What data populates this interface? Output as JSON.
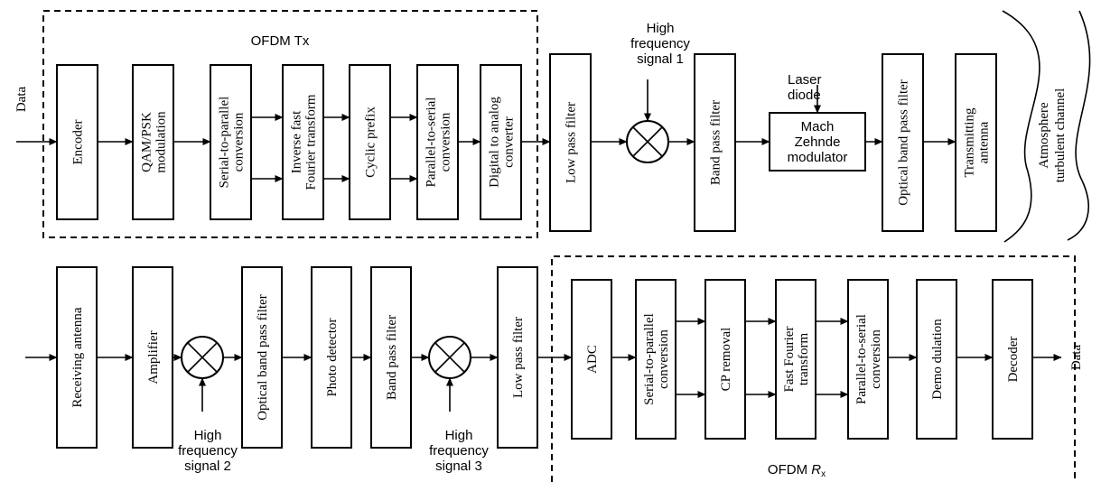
{
  "labels": {
    "ofdm_tx": "OFDM Tx",
    "ofdm_rx": "OFDM",
    "ofdm_rx_r": "R",
    "ofdm_rx_sub": "x",
    "data_in": "Data",
    "data_out": "Data",
    "atmosphere": [
      "Atmosphere",
      "turbulent  channel"
    ],
    "laser": [
      "Laser",
      "diode"
    ],
    "hf1": [
      "High",
      "frequency",
      "signal  1"
    ],
    "hf2": [
      "High",
      "frequency",
      "signal  2"
    ],
    "hf3": [
      "High",
      "frequency",
      "signal  3"
    ]
  },
  "tx_blocks": [
    {
      "name": "encoder",
      "lines": [
        "Encoder"
      ]
    },
    {
      "name": "qam-psk-modulation",
      "lines": [
        "QAM/PSK",
        "modulation"
      ]
    },
    {
      "name": "serial-to-parallel-tx",
      "lines": [
        "Serial-to-parallel",
        "conversion"
      ]
    },
    {
      "name": "ifft",
      "lines": [
        "Inverse fast",
        "Fourier transform"
      ]
    },
    {
      "name": "cyclic-prefix",
      "lines": [
        "Cyclic prefix"
      ]
    },
    {
      "name": "parallel-to-serial-tx",
      "lines": [
        "Parallel-to-serial",
        "conversion"
      ]
    },
    {
      "name": "dac",
      "lines": [
        "Digital to analog",
        "converter"
      ]
    },
    {
      "name": "low-pass-filter-tx",
      "lines": [
        "Low pass filter"
      ]
    },
    {
      "name": "band-pass-filter-tx",
      "lines": [
        "Band pass filter"
      ]
    },
    {
      "name": "optical-bpf-tx",
      "lines": [
        "Optical band pass filter"
      ]
    },
    {
      "name": "transmitting-antenna",
      "lines": [
        "Transmitting",
        "antenna"
      ]
    }
  ],
  "mzm": {
    "lines": [
      "Mach",
      "Zehnde",
      "modulator"
    ]
  },
  "rx_blocks": [
    {
      "name": "receiving-antenna",
      "lines": [
        "Receiving antenna"
      ]
    },
    {
      "name": "amplifier",
      "lines": [
        "Amplifier"
      ]
    },
    {
      "name": "optical-bpf-rx",
      "lines": [
        "Optical band pass filter"
      ]
    },
    {
      "name": "photo-detector",
      "lines": [
        "Photo detector"
      ]
    },
    {
      "name": "band-pass-filter-rx",
      "lines": [
        "Band pass filter"
      ]
    },
    {
      "name": "low-pass-filter-rx",
      "lines": [
        "Low pass filter"
      ]
    },
    {
      "name": "adc",
      "lines": [
        "ADC"
      ]
    },
    {
      "name": "serial-to-parallel-rx",
      "lines": [
        "Serial-to-parallel",
        "conversion"
      ]
    },
    {
      "name": "cp-removal",
      "lines": [
        "CP removal"
      ]
    },
    {
      "name": "fft",
      "lines": [
        "Fast Fourier",
        "transform"
      ]
    },
    {
      "name": "parallel-to-serial-rx",
      "lines": [
        "Parallel-to-serial",
        "conversion"
      ]
    },
    {
      "name": "demodulation",
      "lines": [
        "Demo dulation"
      ]
    },
    {
      "name": "decoder",
      "lines": [
        "Decoder"
      ]
    }
  ]
}
